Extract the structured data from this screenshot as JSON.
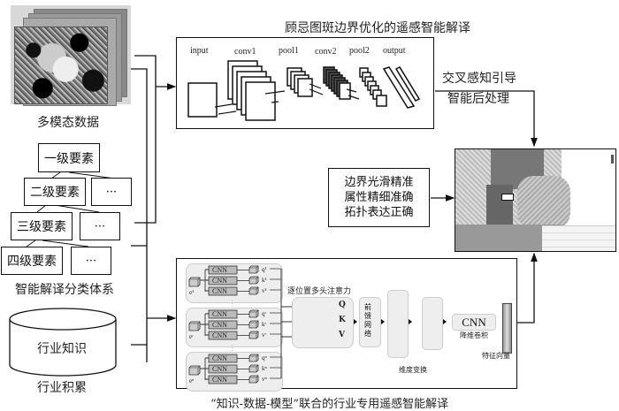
{
  "inputs": {
    "multimodal_label": "多模态数据",
    "taxonomy": {
      "level1": "一级要素",
      "level2": "二级要素",
      "level3": "三级要素",
      "level4": "四级要素",
      "ellipsis": "···",
      "caption": "智能解译分类体系"
    },
    "knowledge": {
      "db_label": "行业知识",
      "caption": "行业积累"
    }
  },
  "top_module": {
    "title": "顾忌图斑边界优化的遥感智能解译",
    "layers": [
      "input",
      "conv1",
      "pool1",
      "conv2",
      "pool2",
      "output"
    ]
  },
  "postprocess": {
    "line1": "交叉感知引导",
    "line2": "智能后处理"
  },
  "quality_box": {
    "line1": "边界光滑精准",
    "line2": "属性精细准确",
    "line3": "拓扑表达正确"
  },
  "bottom_module": {
    "caption": "“知识-数据-模型”联合的行业专用遥感智能解译",
    "cnn": "CNN",
    "branches": [
      {
        "e": "e¹",
        "q": "q¹",
        "k": "k¹",
        "v": "v¹"
      },
      {
        "e": "eʳ",
        "q": "qʳ",
        "k": "kʳ",
        "v": "vʳ"
      },
      {
        "e": "eⁿ",
        "q": "qⁿ",
        "k": "kⁿ",
        "v": "vⁿ"
      }
    ],
    "attention_label": "逐位置多头注意力",
    "qkv": [
      "Q",
      "K",
      "V"
    ],
    "ffn_label": "前馈网络",
    "dim_transform_label": "维度变换",
    "reduce_cnn": "CNN",
    "reduce_label": "降维卷积",
    "feature_label": "特征向量"
  }
}
